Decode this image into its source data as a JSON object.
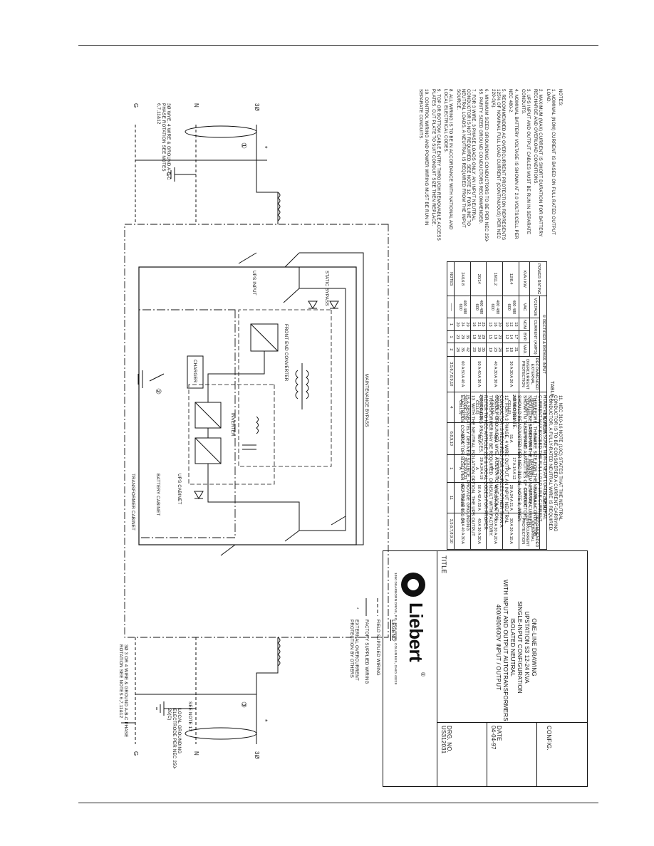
{
  "table": {
    "caption": "TABLE 1",
    "group_rectifier": "① RECTIFIER & BYPASS INPUT",
    "group_battery": "② BATTERY",
    "group_output": "③ OUTPUT",
    "h_power_rating": "POWER RATING",
    "h_kva_kw": "KVA / KW",
    "h_voltage": "VOLTAGE",
    "h_vac": "VAC",
    "h_current_amps": "CURRENT (AMPS)",
    "h_nom": "NOM",
    "h_byp": "BYP.",
    "h_max": "MAX.",
    "h_rec_prot": "RECOMMENDED EXTERNAL OVERCURRENT PROTECTION",
    "h_nominal_voltage": "NOMINAL VOLTAGE",
    "h_max_discharge": "MAX DISCHARGE CURRENT",
    "h_nominal_current": "NOMINAL CURRENT",
    "h_max_neutral": "MAXIMUM NEUTRAL CURRENT",
    "h_rec_out_prot": "RECOMMENDED EXTERNAL OVERCURRENT PROTECTION",
    "rows": [
      {
        "rating": "12/8.4",
        "voltage": "400 480 600",
        "nom": "15 12 10",
        "byp": "17 14 12",
        "max": "21 18 14",
        "prot": "30 A 30 A 20 A",
        "bv": "241 VDC (120 CELLS)",
        "bd": "51 A",
        "on": "17 A 14 A 12 A",
        "om": "29 A 24 A 21 A",
        "op": "30 A 20 A 15 A"
      },
      {
        "rating": "16/11.2",
        "voltage": "400 480 600",
        "nom": "20 16 13",
        "byp": "23 19 15",
        "max": "28 23 19",
        "prot": "40 A 30 A 30 A",
        "bv": "240 VDC (120 CELLS)",
        "bd": "68 A",
        "on": "23 A 19 A 15 A",
        "om": "40 A 33 A 26 A",
        "op": "30 A 30 A 20 A"
      },
      {
        "rating": "20/14",
        "voltage": "400 480 600",
        "nom": "25 21 16",
        "byp": "29 24 19",
        "max": "35 29 23",
        "prot": "50 A 40 A 30 A",
        "bv": "240 VDC (120 CELLS)",
        "bd": "85 A",
        "on": "29 A 24 A 19 A",
        "om": "50 A 42 A 33 A",
        "op": "40 A 30 A 30 A"
      },
      {
        "rating": "24/16.8",
        "voltage": "400 480 600",
        "nom": "29 24 20",
        "byp": "35 29 23",
        "max": "42 35 28",
        "prot": "60 A 50 A 40 A",
        "bv": "240 VDC (120 CELLS)",
        "bd": "102 A",
        "on": "35 A 29 A 23 A",
        "om": "61 A 50 A 40 A",
        "op": "50 A 40 A 30 A"
      }
    ],
    "notes_row": {
      "label": "NOTES",
      "voltage": "——",
      "nom": "1",
      "byp": "1",
      "max": "2",
      "prot": "3,5,6,7,8,9,10",
      "bv": "4",
      "bd": "6,8,9,10",
      "on": "1",
      "om": "11",
      "op": "3,5,6,7,8,9,10"
    }
  },
  "legend": {
    "title": "LEGEND",
    "field": "FIELD SUPPLIED WIRING",
    "factory": "FACTORY SUPPLIED WIRING",
    "star": "*",
    "overcurrent": "EXTERNAL OVERCURRENT PROTECTION BY OTHERS"
  },
  "input_label": "3Ø WYE, 4 WIRE & GROUND A-B-C PHASE ROTATION SEE NOTES 6,7,11&12",
  "output_label": "3Ø 3 OR 4 WIRE & GROUND A-B-C PHASE ROTATION SEE NOTES 6,7,11&12",
  "terms": {
    "in_3ph": "3Ø",
    "in_n": "N",
    "in_g": "G",
    "out_3ph": "3Ø",
    "out_n": "N",
    "out_g": "G",
    "one": "①",
    "two": "②",
    "three": "③",
    "star_in": "*",
    "star_out": "*"
  },
  "see_note_13": "SEE NOTE 13",
  "grounding": "LOCAL GROUNDING ELECTRODE PER NEC 250-26(c)",
  "blocks": {
    "maintenance": "MAINTENANCE BYPASS",
    "static": "STATIC BYPASS",
    "ups_input": "UPS INPUT",
    "front_end": "FRONT END CONVERTER",
    "charger": "CHARGER",
    "inverter": "INVERTER",
    "ups_cabinet": "UPS CABINET",
    "battery_cabinet": "BATTERY CABINET",
    "transformer_cabinet": "TRANSFORMER CABINET"
  },
  "notes": {
    "heading": "NOTES:",
    "items": [
      "1. NOMINAL (NOM) CURRENT IS BASED ON FULL RATED OUTPUT LOAD.",
      "2. MAXIMUM (MAX) CURRENT IS SHORT DURATION FOR BATTERY RECHARGE AND OVERLOAD CONDITIONS.",
      "3. UPS INPUT AND OUTPUT CABLES MUST BE RUN IN SEPARATE CONDUITS.",
      "4. NOMINAL BATTERY VOLTAGE IS SHOWN AT 2.0 VOLTS/CELL PER NEC 480-2.",
      "5. RECOMMENDED AC OVERCURRENT PROTECTION REPRESENTS 125% OF NOMINAL FULL LOAD CURRENT (CONTINUOUS) PER NEC 220-3(a).",
      "6. MINIMUM SIZED GROUNDING CONDUCTORS TO BE PER NEC 250-95. PARITY SIZED GROUND CONDUCTORS RECOMMENDED.",
      "7. FOR 3 WIRE, 3 PHASE LOADS ONLY. AN INPUT NEUTRAL CONDUCTOR IS NOT REQUIRED. SEE NOTE 12. FOR LINE TO NEUTRAL LOADS, A NEUTRAL IS REQUIRED FROM THE INPUT SOURCE.",
      "8. ALL WIRING IS TO BE IN ACCORDANCE WITH NATIONAL AND LOCAL ELECTRICAL CODES.",
      "9. TOP OR BOTTOM CABLE ENTRY THROUGH REMOVABLE ACCESS PLATES. CUT PLATE TO SUIT CONDUIT SIZE THEN REPLACE.",
      "10. CONTROL WIRING AND POWER WIRING MUST BE RUN IN SEPARATE CONDUITS."
    ],
    "items_right": [
      "11. NEC 310-16 NOTE (10c) STATES THAT THE NEUTRAL CONDUCTOR IS TO BE CONSIDERED A CURRENT-CARRYING CONDUCTOR. A FULLY-RATED NEUTRAL WIRE IS REQUIRED. HOWEVER, WITH SOME NON-LINEAR LOADS, NEUTRAL CURRENT MAY EXCEED THE FULL LOAD LINE CURRENT. THEREFORE, THE WIRE SIZE FOR THE NEUTRAL CONDUCTOR SHOULD BE BASED ON THE MAXIMUM NEUTRAL CURRENT SHOWN IN TABLE 1 AND AMPACITIES OF CONDUCTORS SHOULD BE ADJUSTED PER NEC 310-16, NOTE 8, WHEN APPROPRIATE.",
      "12. FOR A 3 PHASE, 4 WIRE OUTPUT, AN INPUT NEUTRAL CONDUCTOR IS REQUIRED FOR SOURCES OTHER THAN A SOLIDLY GROUNDED WYE. A DELTA TO WYE ISOLATION TRANSFORMER MAY BE REQUIRED. CONSULT WITH FACTORY. REFER TO NEC ARTICLE 250 & LOCAL CODES FOR PROPER GROUNDING PRACTICES.",
      "13. WITH THE NEUTRAL ISOLATION OPTION, THE UPS OUTPUT IS A SEPARATELY DERIVED SOURCE. PROVIDE GROUNDING ELECTRODE CONDUCTOR SIZED PER NEC TABLE 250-94."
    ]
  },
  "titleblock": {
    "title_label": "TITLE",
    "title_lines": [
      "ONE-LINE DRAWING",
      "UPSTATION S3 12-24 KVA",
      "SINGLE-INPUT CONFIGURATION",
      "ISOLATED NEUTRAL",
      "WITH INPUT AND OUTPUT AUTOTRANSFORMERS",
      "400/480/600V INPUT / OUTPUT"
    ],
    "drg_label": "DRG. NO.",
    "drg_value": "US312031",
    "date_label": "DATE",
    "date_value": "04-04-97",
    "config_label": "CONFIG.",
    "logo_text": "Liebert",
    "logo_reg": "®",
    "address": "1050 DEARBORN DRIVE, P.O. BOX 29186, COLUMBUS, OHIO 43229"
  }
}
